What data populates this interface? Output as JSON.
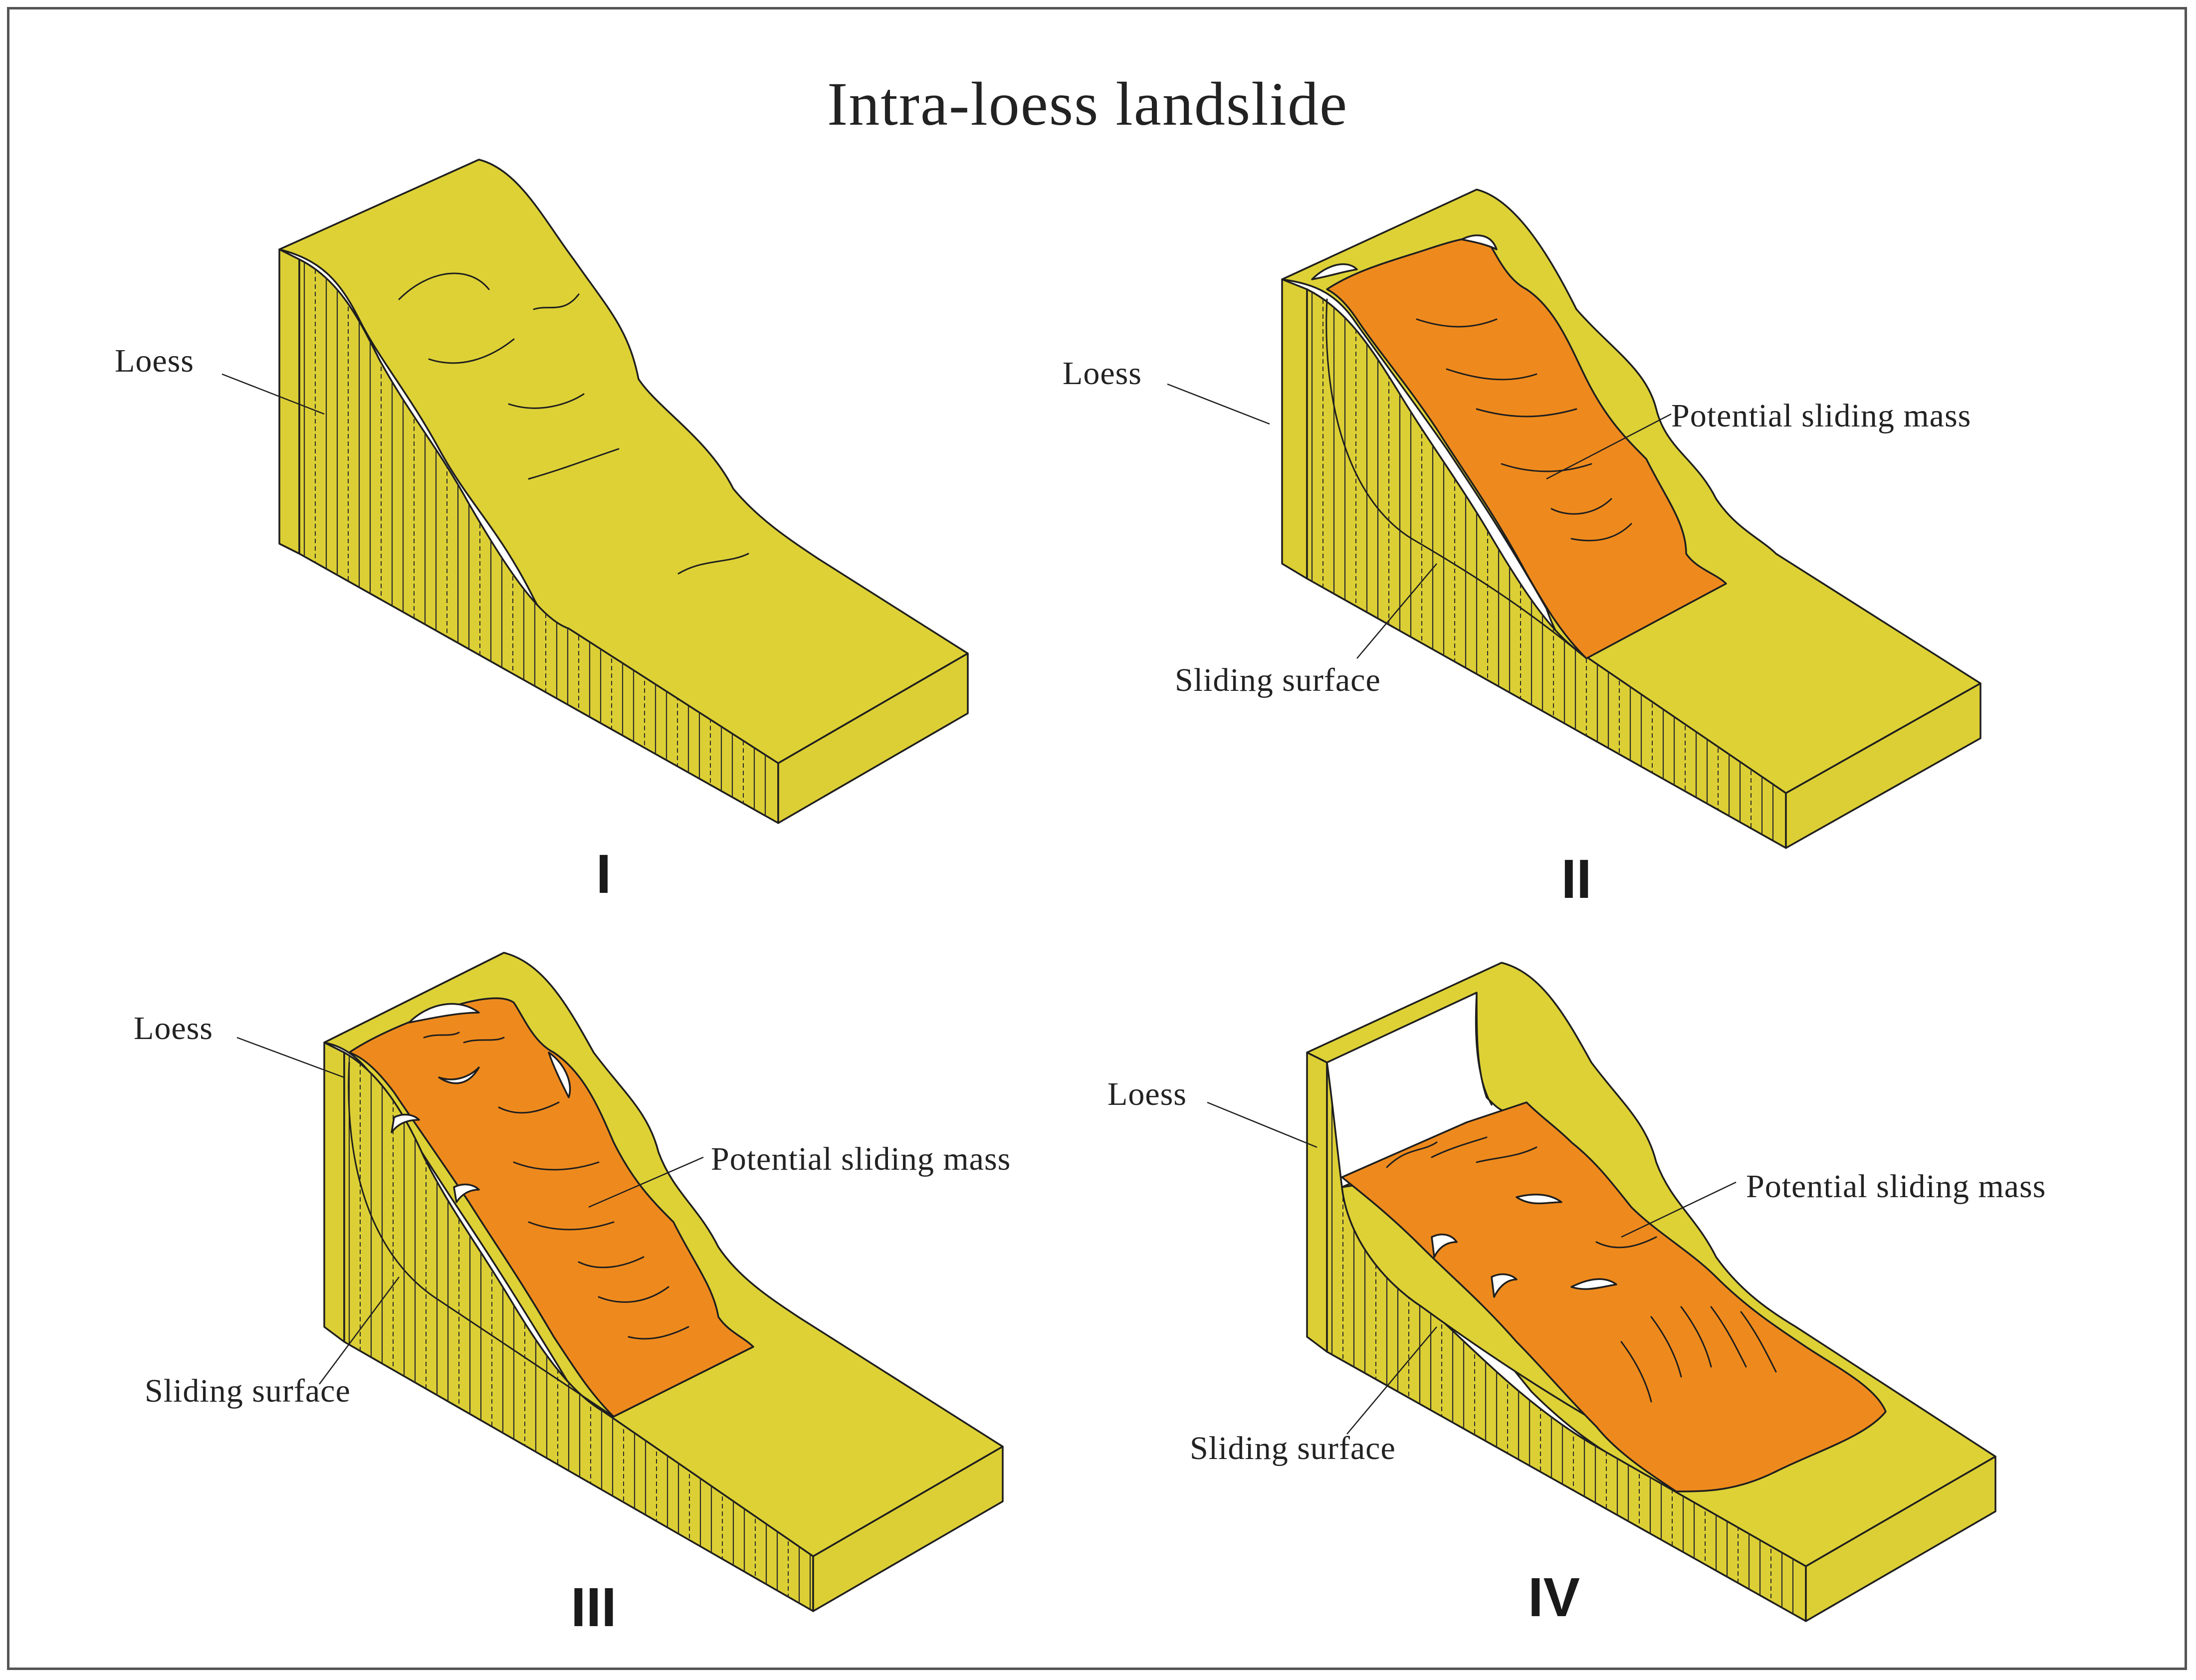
{
  "title": "Intra-loess landslide",
  "panels": [
    {
      "numeral": "I",
      "labels": {
        "loess": "Loess"
      }
    },
    {
      "numeral": "II",
      "labels": {
        "loess": "Loess",
        "sliding_mass": "Potential sliding mass",
        "sliding_surface": "Sliding surface"
      }
    },
    {
      "numeral": "III",
      "labels": {
        "loess": "Loess",
        "sliding_mass": "Potential sliding mass",
        "sliding_surface": "Sliding surface"
      }
    },
    {
      "numeral": "IV",
      "labels": {
        "loess": "Loess",
        "sliding_mass": "Potential sliding mass",
        "sliding_surface": "Sliding surface"
      }
    }
  ],
  "colors": {
    "loess": "#ddd136",
    "sliding_mass": "#ee8a1d",
    "outline": "#1e1e1e",
    "background": "#ffffff"
  }
}
